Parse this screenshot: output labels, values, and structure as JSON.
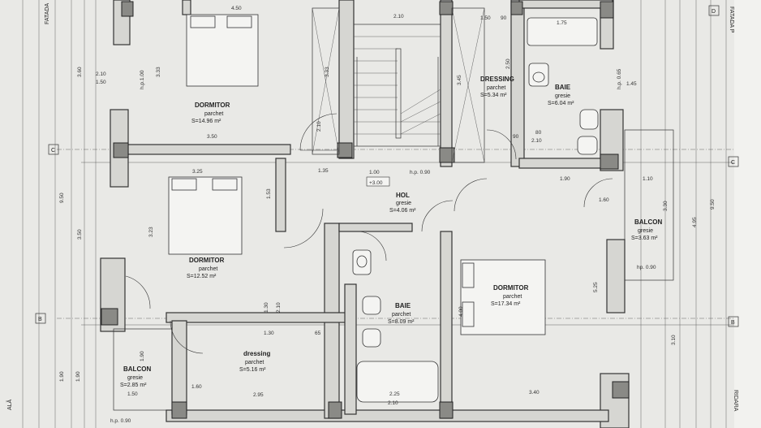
{
  "rooms": {
    "bedroom1": {
      "name": "DORMITOR",
      "finish": "parchet",
      "area": "S=14.96 m²"
    },
    "bedroom2": {
      "name": "DORMITOR",
      "finish": "parchet",
      "area": "S=12.52 m²"
    },
    "bedroom3": {
      "name": "DORMITOR",
      "finish": "parchet",
      "area": "S=17.34 m²"
    },
    "dressing1": {
      "name": "DRESSING",
      "finish": "parchet",
      "area": "S=5.34 m²"
    },
    "dressing2": {
      "name": "dressing",
      "finish": "parchet",
      "area": "S=5.16 m²"
    },
    "bath1": {
      "name": "BAIE",
      "finish": "gresie",
      "area": "S=6.04 m²"
    },
    "bath2": {
      "name": "BAIE",
      "finish": "parchet",
      "area": "S=8.09 m²"
    },
    "hall": {
      "name": "HOL",
      "finish": "gresie",
      "area": "S=4.06 m²"
    },
    "balcony1": {
      "name": "BALCON",
      "finish": "gresie",
      "area": "S=3.63 m²"
    },
    "balcony2": {
      "name": "BALCON",
      "finish": "gresie",
      "area": "S=2.85 m²"
    }
  },
  "level_mark": "+3.00",
  "axis_labels": {
    "c": "C",
    "b": "B",
    "d": "D"
  },
  "side_text": {
    "left_top": "FATADA",
    "left_bottom": "ALĂ",
    "right_top": "FATADA P",
    "right_bottom": "RIDARA"
  },
  "dims": {
    "top_450": "4.50",
    "top_210": "2.10",
    "top_150": "1.50",
    "top_90": "90",
    "top_175": "1.75",
    "left_360": "3.60",
    "left_333": "3.33",
    "left_210": "2.10",
    "left_150": "1.50",
    "left_950": "9.50",
    "left_350": "3.50",
    "left_323": "3.23",
    "left_190": "1.90",
    "b1_350": "3.50",
    "b2_325": "3.25",
    "b2_153": "1.53",
    "hp_100": "h.p.1.00",
    "hp_090": "h.p. 0.90",
    "hp_065": "h.p. 0.65",
    "hp_090b": "hp. 0.90",
    "stair_333": "3.33",
    "stair_210": "2.10",
    "hall_135": "1.35",
    "hall_100": "1.00",
    "hall_190": "1.90",
    "hall_110": "1.10",
    "hall_160": "1.60",
    "d_345": "3.45",
    "d_250": "2.50",
    "bath_80": "80",
    "bath_210": "2.10",
    "bath_90": "90",
    "right_330": "3.30",
    "right_495": "4.95",
    "right_525": "5.25",
    "right_310": "3.10",
    "right_950": "9.50",
    "right_145": "1.45",
    "b3_340": "3.40",
    "b3_400": "4.00",
    "dr_130": "1.30",
    "dr_65": "65",
    "dr_295": "2.95",
    "dr_160": "1.60",
    "dr_190": "1.90",
    "bal_150": "1.50",
    "bal_190": "1.90",
    "bath2_225": "2.25",
    "bal2_040": "h.p. 0.90",
    "bath2_210": "2.10",
    "center_210": "2.10",
    "center_130": "1.30"
  }
}
